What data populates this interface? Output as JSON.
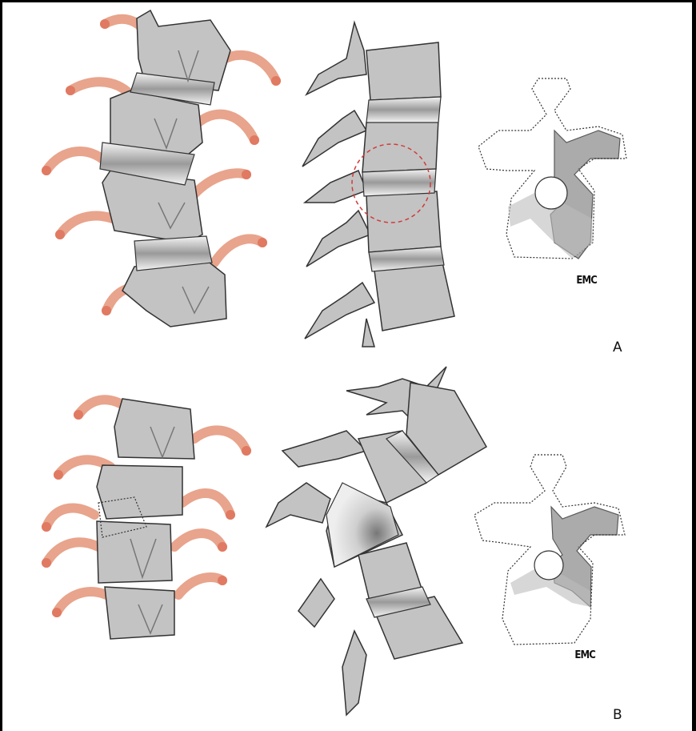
{
  "panels": [
    {
      "label": "A",
      "logo": "EMC"
    },
    {
      "label": "B",
      "logo": "EMC"
    }
  ],
  "colors": {
    "bone": "#c3c3c3",
    "bone_dark": "#8f8f8f",
    "rib": "#e8a48c",
    "rib_end": "#e07a62",
    "disc": "#f2f2f2",
    "marker": "#d23a3a"
  }
}
